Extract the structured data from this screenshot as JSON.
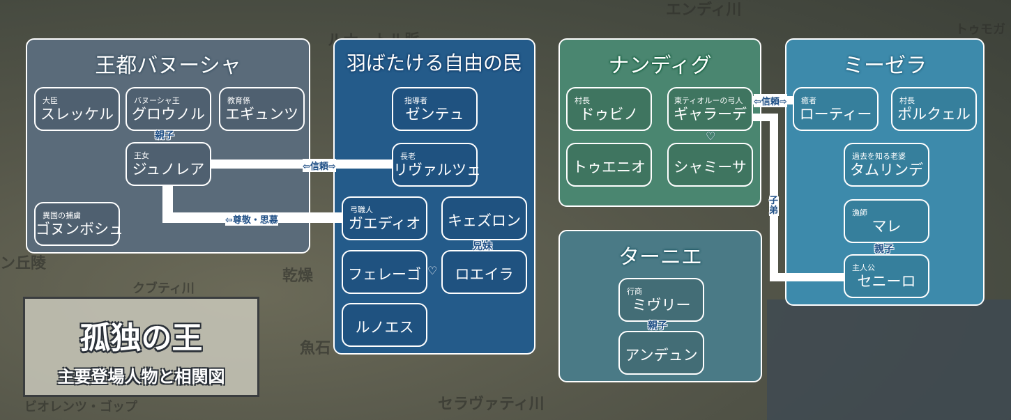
{
  "map_labels": [
    "エンディ川",
    "ルナートル脈",
    "トゥモガ",
    "ン丘陵",
    "クブティ川",
    "乾燥",
    "魚石",
    "セラヴァティ川",
    "ビオレンツ・ゴップ"
  ],
  "title": {
    "main": "孤独の王",
    "sub": "主要登場人物と相関図"
  },
  "groups": {
    "capital": {
      "title": "王都バヌーシャ",
      "color": "#5a6b7a",
      "members": [
        {
          "role": "大臣",
          "name": "スレッケル"
        },
        {
          "role": "バヌーシャ王",
          "name": "グロウノル"
        },
        {
          "role": "教育係",
          "name": "エギュンツ"
        },
        {
          "role": "王女",
          "name": "ジュノレア"
        },
        {
          "role": "異国の捕虜",
          "name": "ゴヌンボシュ"
        }
      ]
    },
    "winged": {
      "title": "羽ばたける自由の民",
      "color": "#245b8a",
      "members": [
        {
          "role": "指導者",
          "name": "ゼンテュ"
        },
        {
          "role": "長老",
          "name": "リヴァルツェ"
        },
        {
          "role": "弓職人",
          "name": "ガエディオ"
        },
        {
          "role": "",
          "name": "キェズロン"
        },
        {
          "role": "",
          "name": "フェレーゴ"
        },
        {
          "role": "",
          "name": "ロエイラ"
        },
        {
          "role": "",
          "name": "ルノエス"
        }
      ]
    },
    "nandig": {
      "title": "ナンディグ",
      "color": "#4a8670",
      "members": [
        {
          "role": "村長",
          "name": "ドゥビノ"
        },
        {
          "role": "東ティオルーの弓人",
          "name": "ギャラーデ"
        },
        {
          "role": "",
          "name": "トゥエニオ"
        },
        {
          "role": "",
          "name": "シャミーサ"
        }
      ]
    },
    "mizera": {
      "title": "ミーゼラ",
      "color": "#3d8aab",
      "members": [
        {
          "role": "癒者",
          "name": "ローティー"
        },
        {
          "role": "村長",
          "name": "ポルクェル"
        },
        {
          "role": "過去を知る老婆",
          "name": "タムリンデ"
        },
        {
          "role": "漁師",
          "name": "マレ"
        },
        {
          "role": "主人公",
          "name": "セニーロ"
        }
      ]
    },
    "tanie": {
      "title": "ターニエ",
      "color": "#4a7a86",
      "members": [
        {
          "role": "行商",
          "name": "ミヴリー"
        },
        {
          "role": "",
          "name": "アンデュン"
        }
      ]
    }
  },
  "relations": {
    "parent_child": "親子",
    "trust": "⇦信頼⇨",
    "respect": "⇦尊敬・思慕",
    "siblings": "兄妹",
    "mentor": "子弟",
    "love": "♡"
  }
}
